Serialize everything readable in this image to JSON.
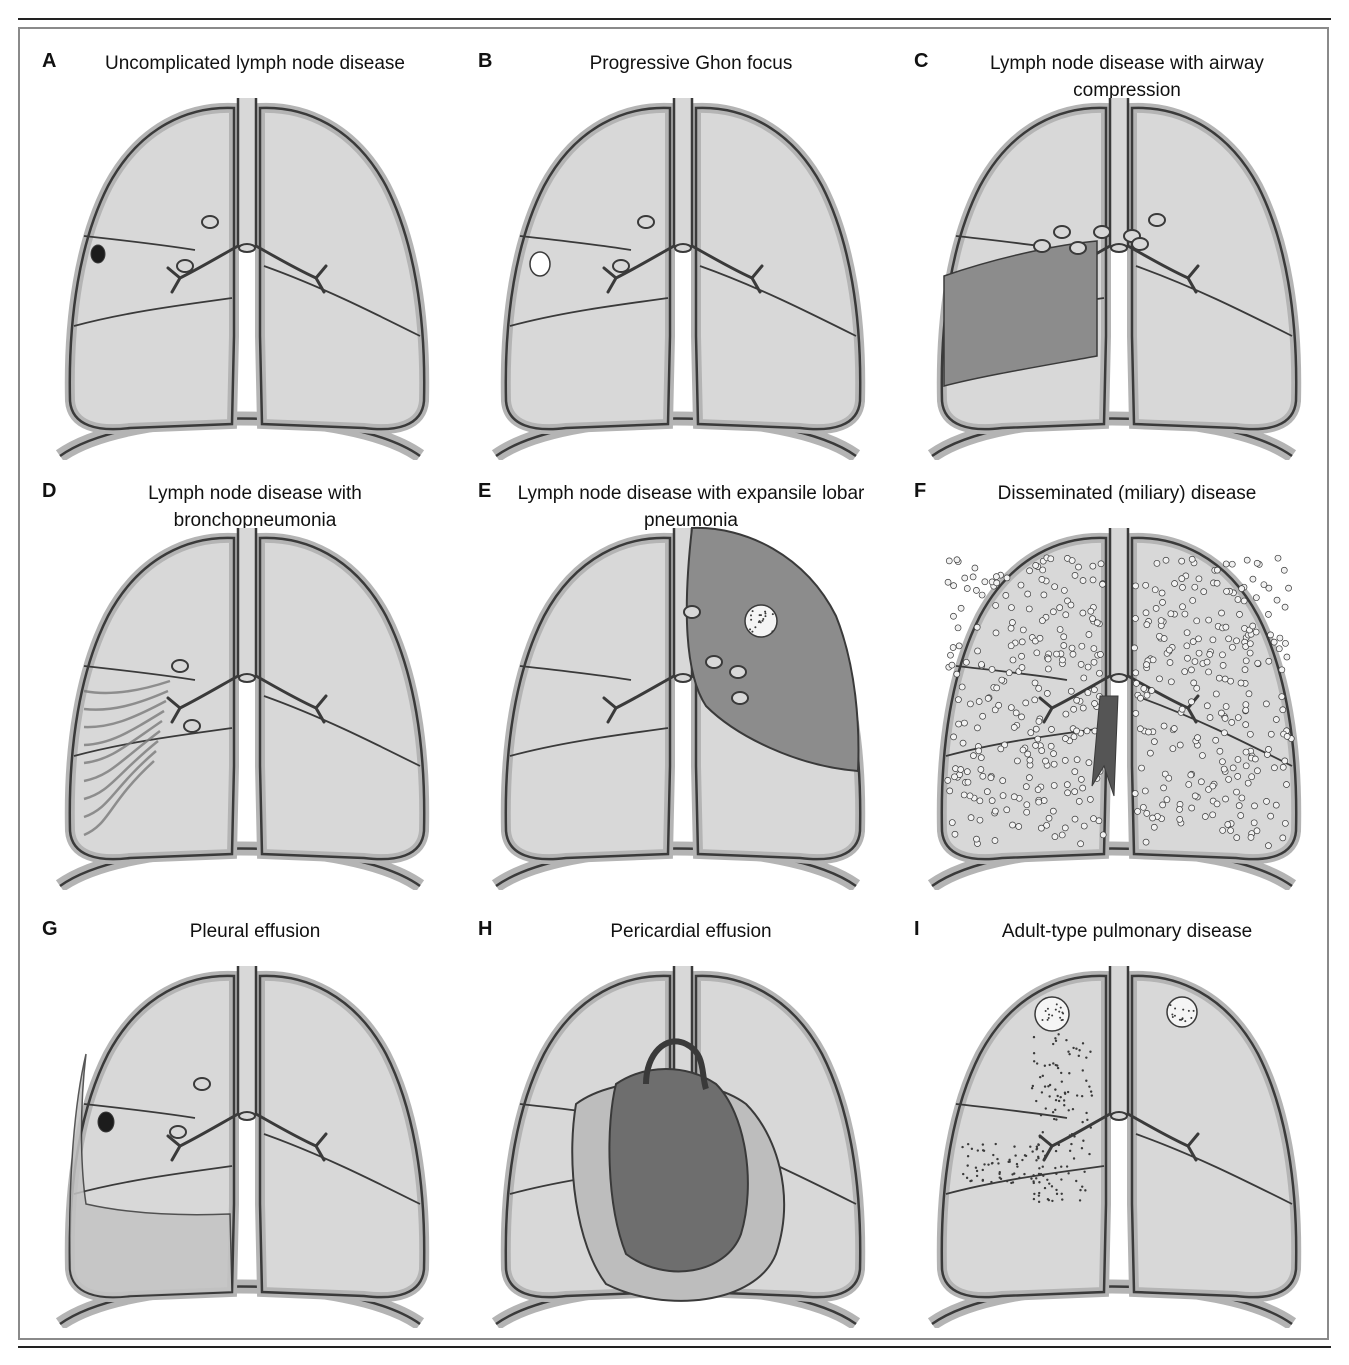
{
  "panels": [
    {
      "letter": "A",
      "title": "Uncomplicated lymph node disease"
    },
    {
      "letter": "B",
      "title": "Progressive Ghon focus"
    },
    {
      "letter": "C",
      "title": "Lymph node disease with airway compression"
    },
    {
      "letter": "D",
      "title": "Lymph node disease with bronchopneumonia"
    },
    {
      "letter": "E",
      "title": "Lymph node disease with expansile lobar pneumonia"
    },
    {
      "letter": "F",
      "title": "Disseminated (miliary) disease"
    },
    {
      "letter": "G",
      "title": "Pleural effusion"
    },
    {
      "letter": "H",
      "title": "Pericardial effusion"
    },
    {
      "letter": "I",
      "title": "Adult-type pulmonary disease"
    }
  ],
  "colors": {
    "lung_fill": "#d8d8d8",
    "lung_outline": "#3a3a3a",
    "pleura_shadow": "#b4b4b4",
    "disease_fill": "#8c8c8c",
    "ghon_focus_dark": "#1c1c1c",
    "heart_fill": "#6e6e6e"
  }
}
